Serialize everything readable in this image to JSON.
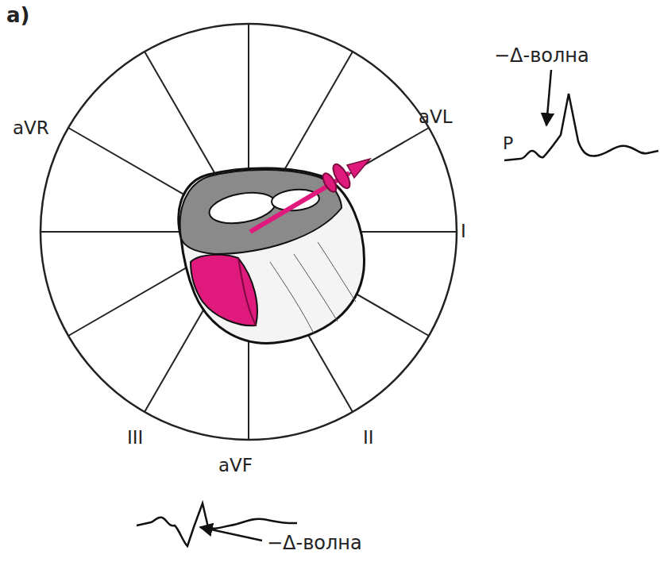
{
  "diagram": {
    "labels": [
      "а)",
      "aVR",
      "aVL",
      "I",
      "III",
      "aVF",
      "II",
      "−Δ-волна",
      "P",
      "−Δ-волна"
    ]
  }
}
